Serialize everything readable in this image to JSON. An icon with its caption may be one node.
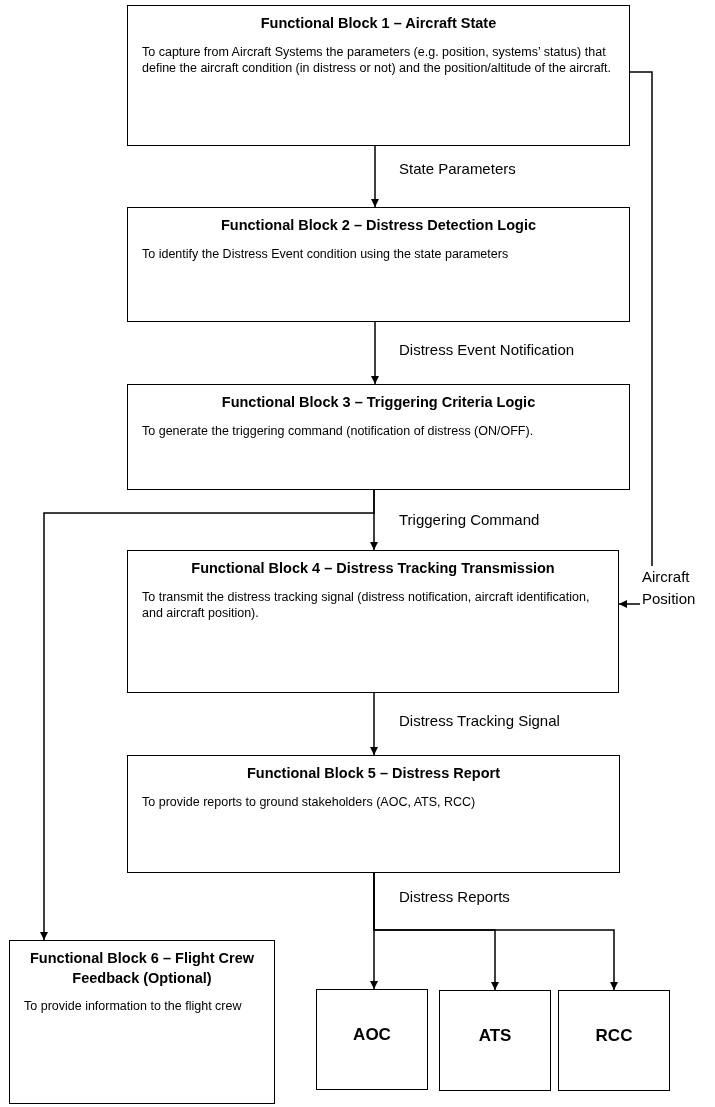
{
  "diagram": {
    "nodes": [
      {
        "text": [
          "Functional Block 1 – Aircraft State",
          "To capture from Aircraft Systems the parameters (e.g. position, systems’ status) that define the aircraft condition (in distress or not) and the position/altitude of the aircraft."
        ]
      },
      {
        "text": [
          "Functional Block 2 – Distress Detection Logic",
          "To identify the Distress Event condition using the state parameters"
        ]
      },
      {
        "text": [
          "Functional Block 3 – Triggering Criteria Logic",
          "To generate the triggering command (notification of distress (ON/OFF)."
        ]
      },
      {
        "text": [
          "Functional Block 4 – Distress Tracking Transmission",
          "To transmit the distress tracking signal (distress notification, aircraft identification, and aircraft position)."
        ]
      },
      {
        "text": [
          "Functional Block 5 – Distress Report",
          "To provide reports to ground stakeholders (AOC, ATS, RCC)"
        ]
      },
      {
        "text": [
          "Functional Block 6 – Flight Crew Feedback (Optional)",
          "To provide information to the flight crew"
        ]
      },
      {
        "text": [
          "AOC"
        ]
      },
      {
        "text": [
          "ATS"
        ]
      },
      {
        "text": [
          "RCC"
        ]
      }
    ],
    "edges": [
      {
        "from": 0,
        "to": 1,
        "arrow": "to",
        "label": "State Parameters"
      },
      {
        "from": 1,
        "to": 2,
        "arrow": "to",
        "label": "Distress Event Notification"
      },
      {
        "from": 2,
        "to": 3,
        "arrow": "to",
        "label": "Triggering Command"
      },
      {
        "from": 2,
        "to": 5,
        "arrow": "to"
      },
      {
        "from": 0,
        "to": 3,
        "arrow": "to",
        "label": "Aircraft Position"
      },
      {
        "from": 3,
        "to": 4,
        "arrow": "to",
        "label": "Distress Tracking Signal"
      },
      {
        "from": 4,
        "to": 6,
        "arrow": "to",
        "label": "Distress Reports"
      },
      {
        "from": 4,
        "to": 7,
        "arrow": "to"
      },
      {
        "from": 4,
        "to": 8,
        "arrow": "to"
      }
    ]
  }
}
